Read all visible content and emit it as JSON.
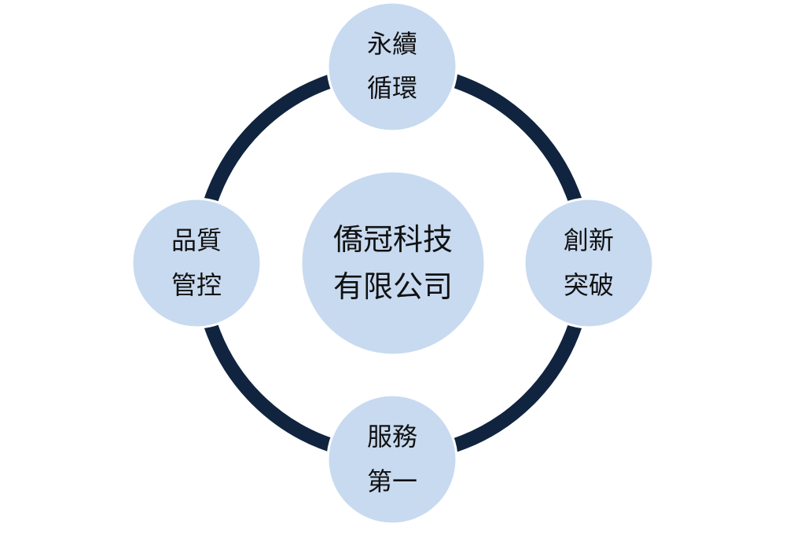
{
  "center": {
    "line1": "僑冠科技",
    "line2": "有限公司"
  },
  "nodes": {
    "top": {
      "line1": "永續",
      "line2": "循環"
    },
    "right": {
      "line1": "創新",
      "line2": "突破"
    },
    "bottom": {
      "line1": "服務",
      "line2": "第一"
    },
    "left": {
      "line1": "品質",
      "line2": "管控"
    }
  },
  "colors": {
    "ring": "#10243f",
    "node_fill": "#c8daf0",
    "text": "#111111"
  }
}
